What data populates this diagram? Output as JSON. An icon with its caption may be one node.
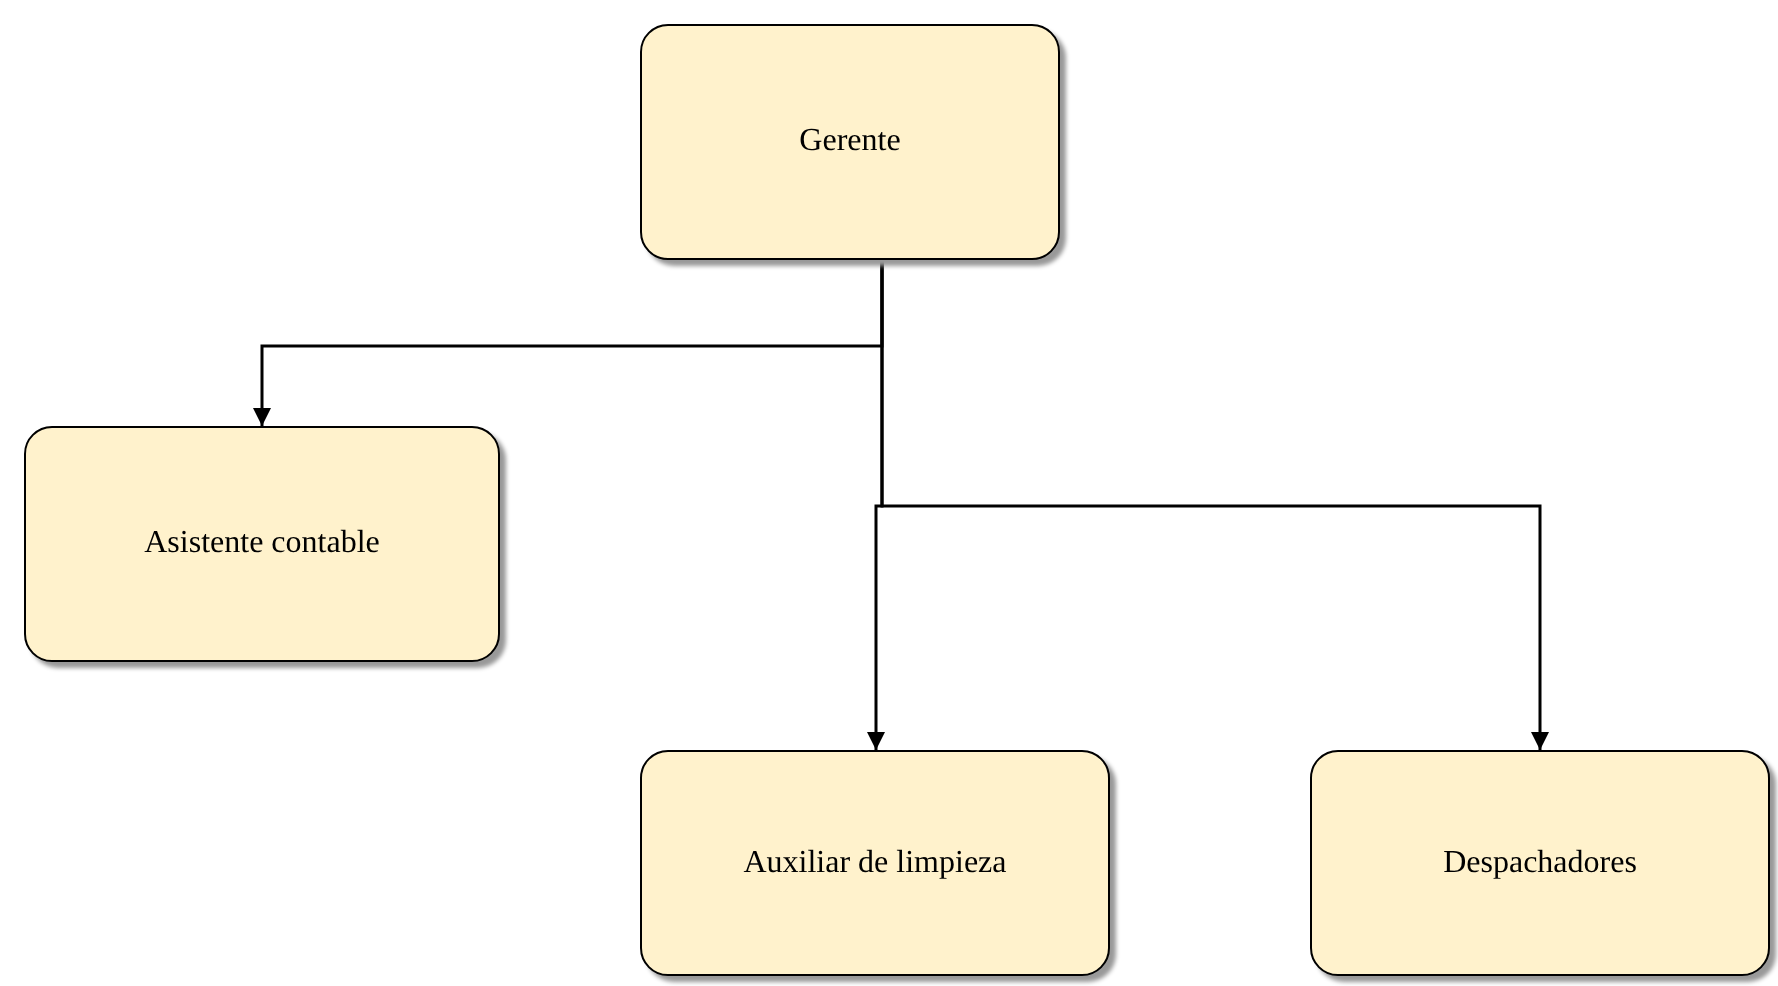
{
  "diagram": {
    "nodes": [
      {
        "text": [
          "Gerente"
        ]
      },
      {
        "text": [
          "Asistente contable"
        ]
      },
      {
        "text": [
          "Auxiliar de limpieza"
        ]
      },
      {
        "text": [
          "Despachadores"
        ]
      }
    ],
    "edges": [
      {
        "from": 0,
        "to": 1,
        "arrow": "to"
      },
      {
        "from": 0,
        "to": 2,
        "arrow": "to"
      },
      {
        "from": 0,
        "to": 3,
        "arrow": "to"
      }
    ]
  }
}
